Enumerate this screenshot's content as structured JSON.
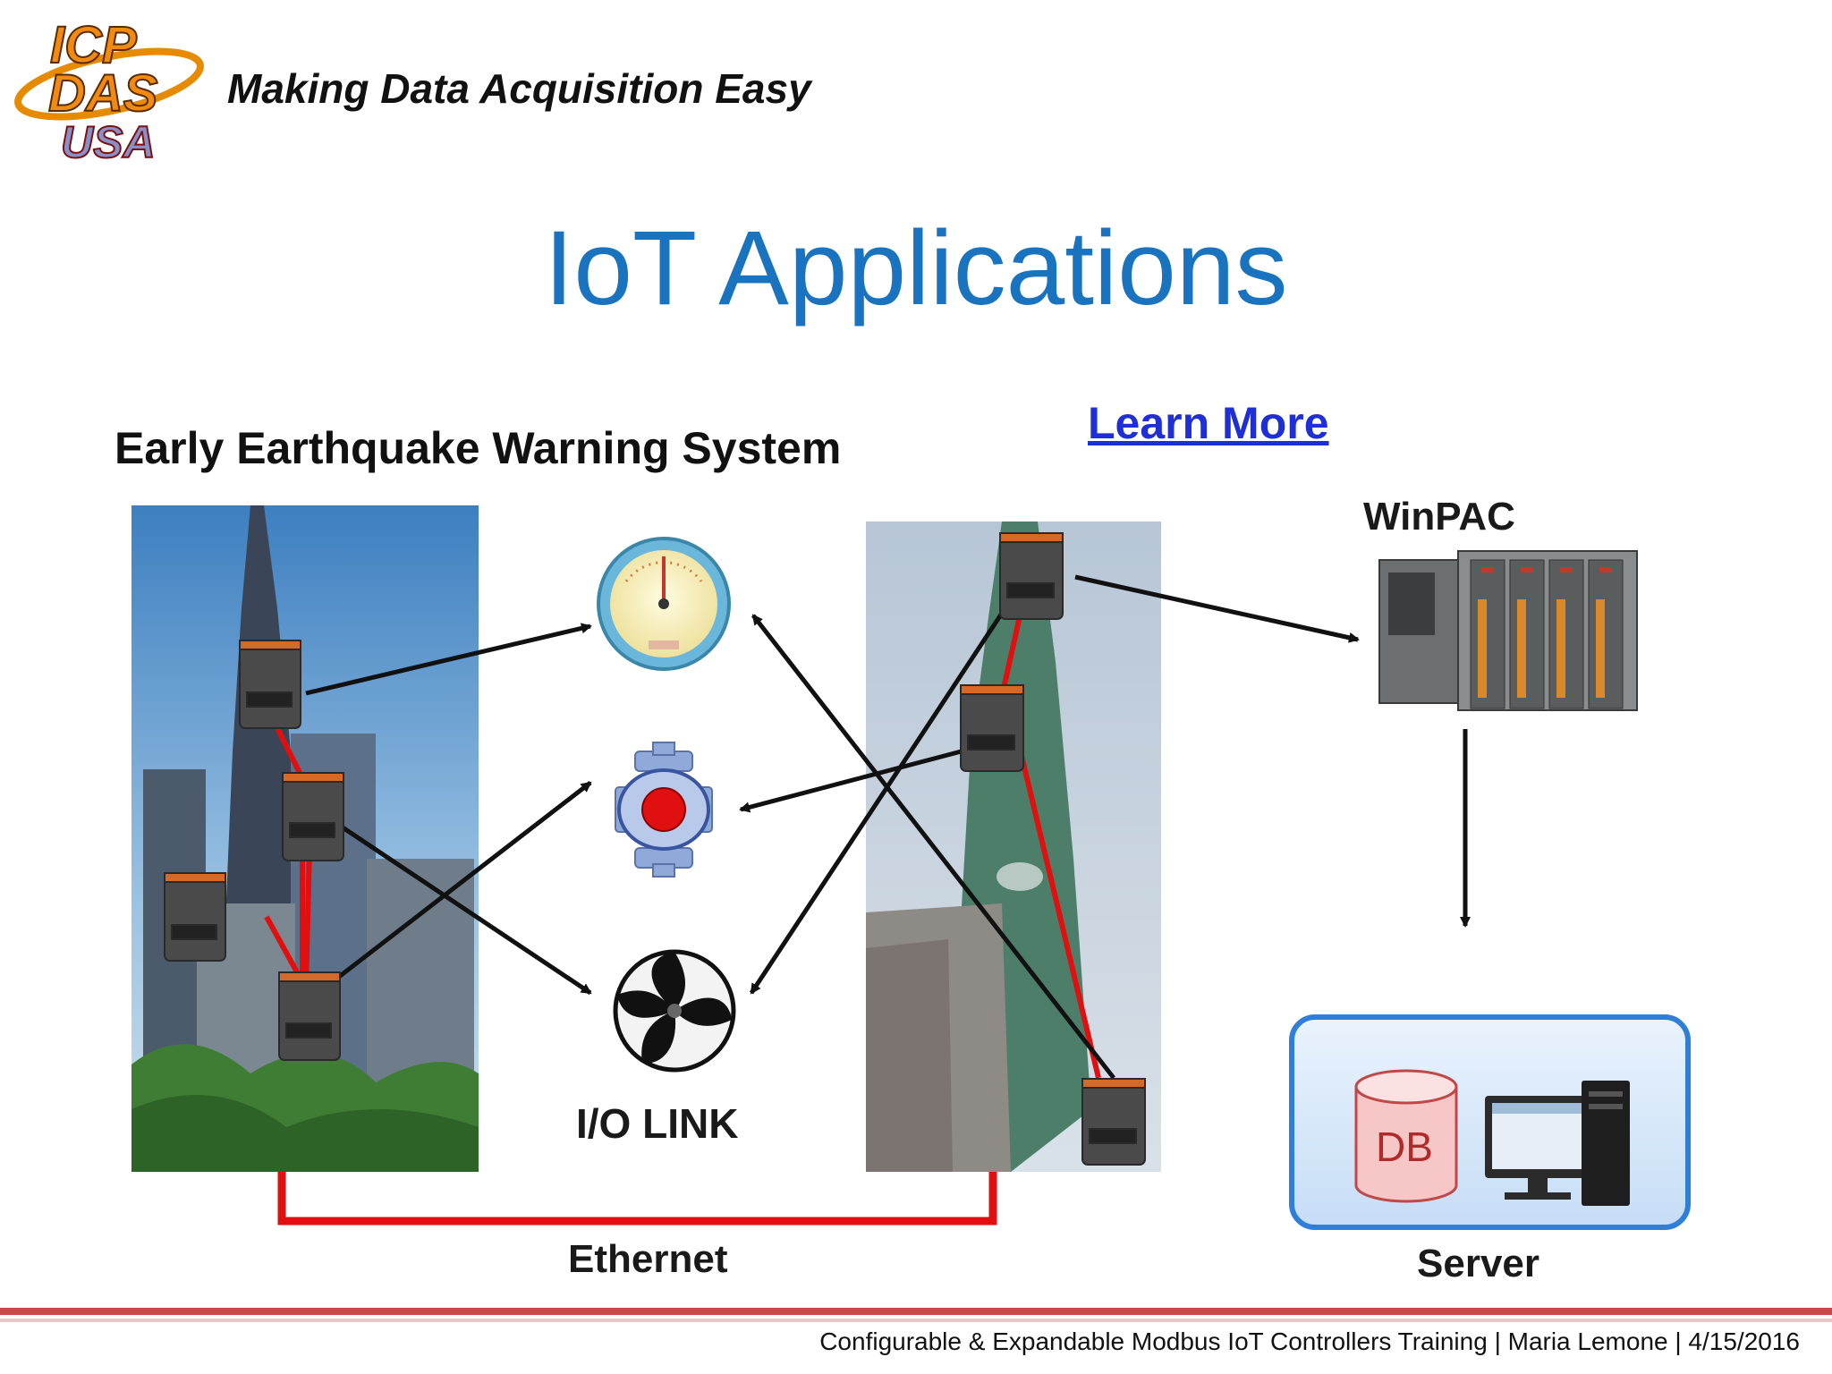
{
  "header": {
    "logo_lines": [
      "ICP",
      "DAS",
      "USA"
    ],
    "tagline": "Making Data Acquisition Easy"
  },
  "slide": {
    "title": "IoT Applications",
    "subtitle": "Early Earthquake Warning System",
    "link_label": "Learn More"
  },
  "diagram": {
    "io_link_label": "I/O LINK",
    "ethernet_label": "Ethernet",
    "winpac_label": "WinPAC",
    "db_label": "DB",
    "server_label": "Server",
    "colors": {
      "ethernet_line": "#e01010",
      "arrow": "#111111",
      "server_box": "#2f7ed8",
      "db_fill": "#f7c7c7",
      "module": "#4a4a4a"
    }
  },
  "footer": {
    "text": "Configurable & Expandable Modbus IoT Controllers Training | Maria Lemone | 4/15/2016"
  }
}
